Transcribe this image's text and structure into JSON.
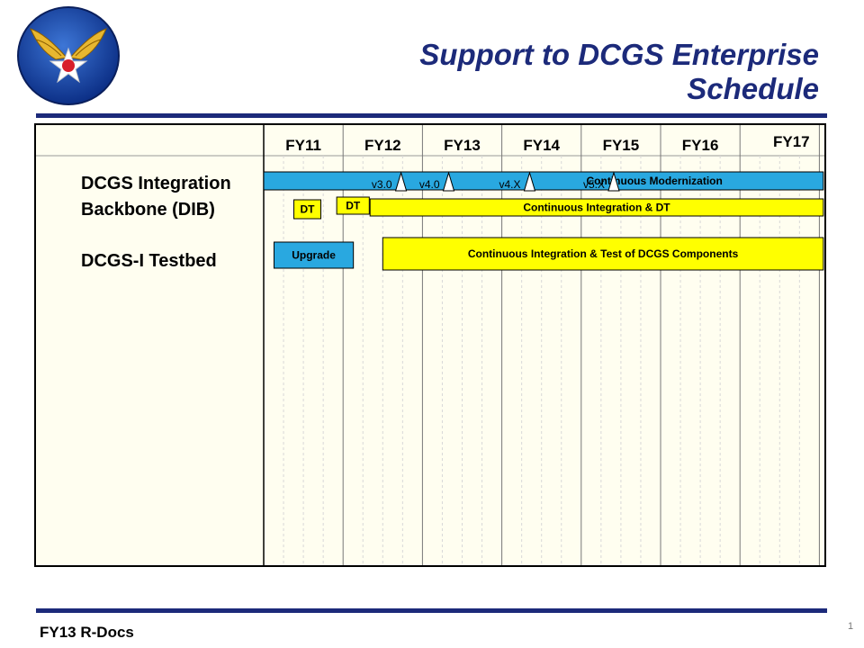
{
  "title": [
    "Support to DCGS Enterprise",
    "Schedule"
  ],
  "footer": "FY13 R-Docs",
  "page_number": "1",
  "colors": {
    "navy": "#1c2a7a",
    "blue_bar": "#29a8e0",
    "yellow_bar": "#ffff00",
    "chart_bg": "#fffef0"
  },
  "schedule": {
    "fiscal_years": [
      "FY11",
      "FY12",
      "FY13",
      "FY14",
      "FY15",
      "FY16",
      "FY17"
    ],
    "rows": [
      {
        "label": "DCGS Integration"
      },
      {
        "label": "Backbone (DIB)"
      },
      {
        "label": "DCGS-I Testbed"
      }
    ],
    "milestones": [
      {
        "label": "v3.0",
        "fy": 11.73
      },
      {
        "label": "v4.0",
        "fy": 12.33
      },
      {
        "label": "v4.X",
        "fy": 13.35
      },
      {
        "label": "v5.X",
        "fy": 14.41
      }
    ],
    "bars": [
      {
        "label": "Continuous Modernization",
        "row": "DCGS Integration",
        "start": 10.0,
        "end": 17.05,
        "color": "#29a8e0"
      },
      {
        "label": "DT",
        "row": "Backbone (DIB)",
        "start": 10.38,
        "end": 10.72,
        "color": "#ffff00"
      },
      {
        "label": "DT",
        "row": "Backbone (DIB)",
        "start": 10.92,
        "end": 11.33,
        "color": "#ffff00"
      },
      {
        "label": "Continuous Integration & DT",
        "row": "Backbone (DIB)",
        "start": 11.34,
        "end": 17.05,
        "color": "#ffff00"
      },
      {
        "label": "Upgrade",
        "row": "DCGS-I Testbed",
        "start": 10.13,
        "end": 11.13,
        "color": "#29a8e0"
      },
      {
        "label": "Continuous Integration & Test of DCGS Components",
        "row": "DCGS-I Testbed",
        "start": 11.5,
        "end": 17.05,
        "color": "#ffff00"
      }
    ]
  }
}
